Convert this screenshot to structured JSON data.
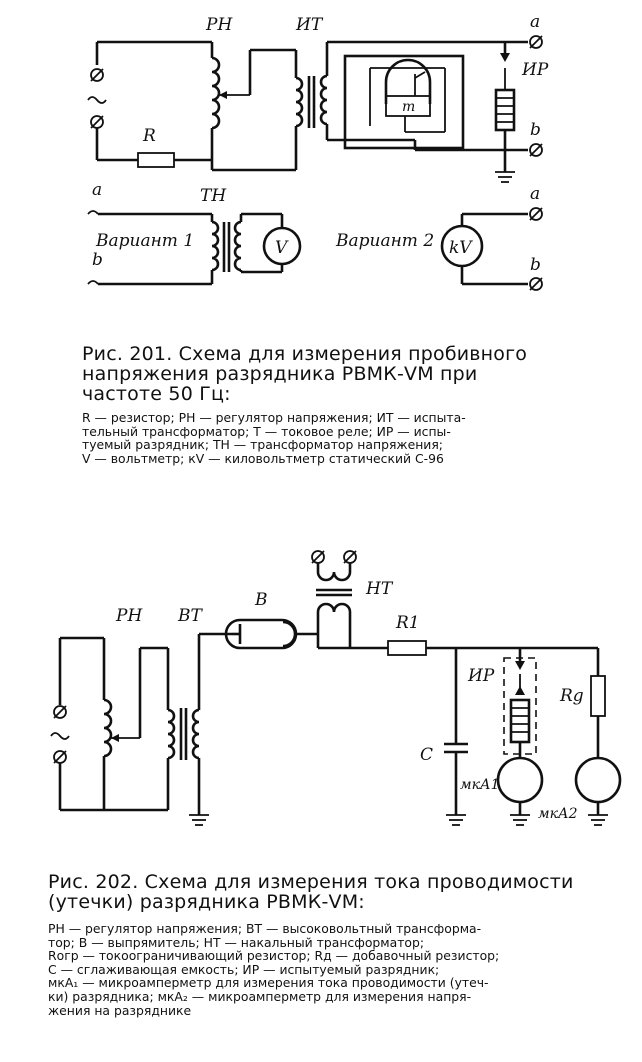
{
  "figure201": {
    "labels": {
      "rn": "РН",
      "it": "ИТ",
      "a": "a",
      "b": "b",
      "ir": "ИР",
      "r": "R",
      "tn": "ТН",
      "t": "т",
      "variant1": "Вариант 1",
      "variant2": "Вариант 2",
      "v": "V",
      "kv": "kV"
    },
    "caption_title": [
      "Рис. 201. Схема для измерения пробивного",
      "напряжения разрядника РВМК-VМ при",
      "частоте 50 Гц:"
    ],
    "caption_body": [
      "R — резистор; РН — регулятор напряжения; ИТ — испыта-",
      "тельный трансформатор; Т — токовое реле; ИР — испы-",
      "туемый разрядник; ТН — трансформатор напряжения;",
      "V — вольтметр; кV — киловольтметр статический С-96"
    ]
  },
  "figure202": {
    "labels": {
      "rn": "РН",
      "vt": "ВТ",
      "v": "В",
      "nt": "НТ",
      "r1": "R1",
      "ir": "ИР",
      "rg": "Rg",
      "c": "C",
      "mka1": "мкА1",
      "mka2": "мкА2"
    },
    "caption_title": [
      "Рис. 202. Схема для измерения тока проводимости",
      "(утечки) разрядника РВМК-VМ:"
    ],
    "caption_body": [
      "РН — регулятор напряжения; ВТ — высоковольтный трансформа-",
      "тор; В — выпрямитель; НТ — накальный трансформатор;",
      "Rогр — токоограничивающий резистор; Rд — добавочный резистор;",
      "С — сглаживающая емкость; ИР — испытуемый разрядник;",
      "мкА₁ — микроамперметр для измерения тока проводимости (утеч-",
      "ки) разрядника; мкА₂ — микроамперметр для измерения напря-",
      "жения на разряднике"
    ]
  }
}
